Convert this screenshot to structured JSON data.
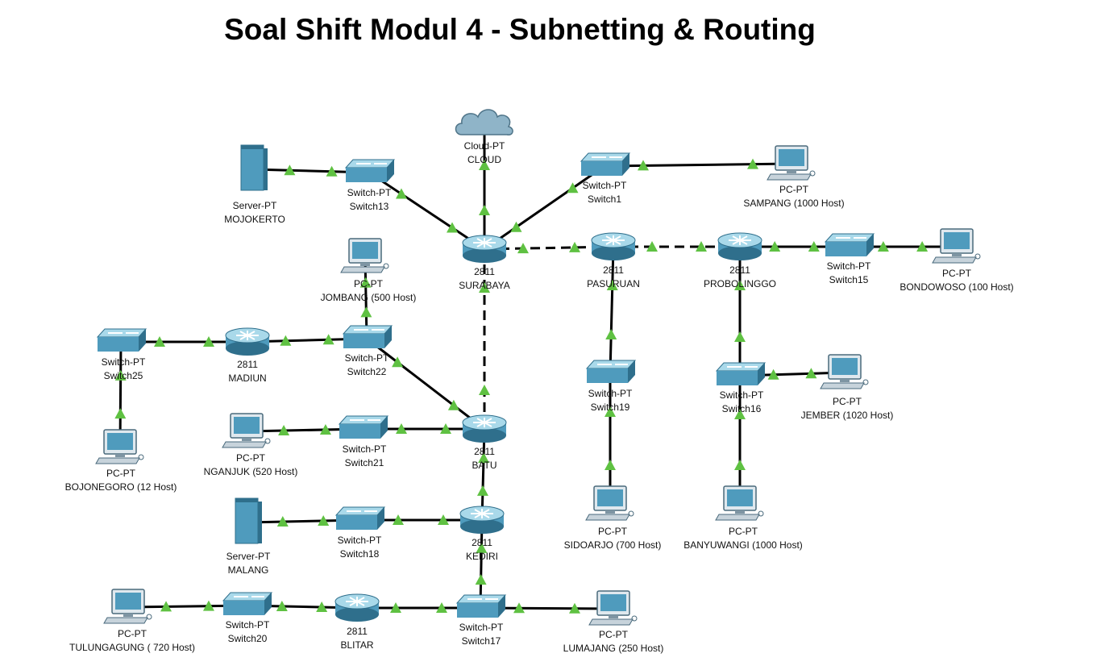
{
  "title": "Soal Shift Modul 4 - Subnetting & Routing",
  "colors": {
    "device": "#4f9bbd",
    "device_dark": "#2f6f8c",
    "device_light": "#a9d9ea",
    "port": "#5fc142",
    "link": "#000000"
  },
  "nodes": [
    {
      "id": "cloud",
      "kind": "cloud",
      "icon": "cloud-icon",
      "model": "Cloud-PT",
      "name": "CLOUD"
    },
    {
      "id": "mojokerto",
      "kind": "server",
      "icon": "server-icon",
      "model": "Server-PT",
      "name": "MOJOKERTO"
    },
    {
      "id": "switch13",
      "kind": "switch",
      "icon": "switch-icon",
      "model": "Switch-PT",
      "name": "Switch13"
    },
    {
      "id": "switch1",
      "kind": "switch",
      "icon": "switch-icon",
      "model": "Switch-PT",
      "name": "Switch1"
    },
    {
      "id": "sampang",
      "kind": "pc",
      "icon": "pc-icon",
      "model": "PC-PT",
      "name": "SAMPANG (1000 Host)"
    },
    {
      "id": "surabaya",
      "kind": "router",
      "icon": "router-icon",
      "model": "2811",
      "name": "SURABAYA"
    },
    {
      "id": "pasuruan",
      "kind": "router",
      "icon": "router-icon",
      "model": "2811",
      "name": "PASURUAN"
    },
    {
      "id": "probolinggo",
      "kind": "router",
      "icon": "router-icon",
      "model": "2811",
      "name": "PROBOLINGGO"
    },
    {
      "id": "switch15",
      "kind": "switch",
      "icon": "switch-icon",
      "model": "Switch-PT",
      "name": "Switch15"
    },
    {
      "id": "bondowoso",
      "kind": "pc",
      "icon": "pc-icon",
      "model": "PC-PT",
      "name": "BONDOWOSO (100 Host)"
    },
    {
      "id": "jombang",
      "kind": "pc",
      "icon": "pc-icon",
      "model": "PC-PT",
      "name": "JOMBANG (500 Host)"
    },
    {
      "id": "switch25",
      "kind": "switch",
      "icon": "switch-icon",
      "model": "Switch-PT",
      "name": "Switch25"
    },
    {
      "id": "madiun",
      "kind": "router",
      "icon": "router-icon",
      "model": "2811",
      "name": "MADIUN"
    },
    {
      "id": "switch22",
      "kind": "switch",
      "icon": "switch-icon",
      "model": "Switch-PT",
      "name": "Switch22"
    },
    {
      "id": "switch19",
      "kind": "switch",
      "icon": "switch-icon",
      "model": "Switch-PT",
      "name": "Switch19"
    },
    {
      "id": "switch16",
      "kind": "switch",
      "icon": "switch-icon",
      "model": "Switch-PT",
      "name": "Switch16"
    },
    {
      "id": "jember",
      "kind": "pc",
      "icon": "pc-icon",
      "model": "PC-PT",
      "name": "JEMBER (1020 Host)"
    },
    {
      "id": "bojonegoro",
      "kind": "pc",
      "icon": "pc-icon",
      "model": "PC-PT",
      "name": "BOJONEGORO (12 Host)"
    },
    {
      "id": "nganjuk",
      "kind": "pc",
      "icon": "pc-icon",
      "model": "PC-PT",
      "name": "NGANJUK (520 Host)"
    },
    {
      "id": "switch21",
      "kind": "switch",
      "icon": "switch-icon",
      "model": "Switch-PT",
      "name": "Switch21"
    },
    {
      "id": "batu",
      "kind": "router",
      "icon": "router-icon",
      "model": "2811",
      "name": "BATU"
    },
    {
      "id": "malang",
      "kind": "server",
      "icon": "server-icon",
      "model": "Server-PT",
      "name": "MALANG"
    },
    {
      "id": "switch18",
      "kind": "switch",
      "icon": "switch-icon",
      "model": "Switch-PT",
      "name": "Switch18"
    },
    {
      "id": "kediri",
      "kind": "router",
      "icon": "router-icon",
      "model": "2811",
      "name": "KEDIRI"
    },
    {
      "id": "sidoarjo",
      "kind": "pc",
      "icon": "pc-icon",
      "model": "PC-PT",
      "name": "SIDOARJO (700 Host)"
    },
    {
      "id": "banyuwangi",
      "kind": "pc",
      "icon": "pc-icon",
      "model": "PC-PT",
      "name": "BANYUWANGI (1000 Host)"
    },
    {
      "id": "tulungagung",
      "kind": "pc",
      "icon": "pc-icon",
      "model": "PC-PT",
      "name": "TULUNGAGUNG ( 720 Host)"
    },
    {
      "id": "switch20",
      "kind": "switch",
      "icon": "switch-icon",
      "model": "Switch-PT",
      "name": "Switch20"
    },
    {
      "id": "blitar",
      "kind": "router",
      "icon": "router-icon",
      "model": "2811",
      "name": "BLITAR"
    },
    {
      "id": "switch17",
      "kind": "switch",
      "icon": "switch-icon",
      "model": "Switch-PT",
      "name": "Switch17"
    },
    {
      "id": "lumajang",
      "kind": "pc",
      "icon": "pc-icon",
      "model": "PC-PT",
      "name": "LUMAJANG (250 Host)"
    }
  ],
  "links": [
    {
      "from": "mojokerto",
      "to": "switch13",
      "type": "ethernet"
    },
    {
      "from": "switch13",
      "to": "surabaya",
      "type": "ethernet"
    },
    {
      "from": "cloud",
      "to": "surabaya",
      "type": "ethernet"
    },
    {
      "from": "switch1",
      "to": "surabaya",
      "type": "ethernet"
    },
    {
      "from": "switch1",
      "to": "sampang",
      "type": "ethernet"
    },
    {
      "from": "surabaya",
      "to": "pasuruan",
      "type": "serial"
    },
    {
      "from": "pasuruan",
      "to": "probolinggo",
      "type": "serial"
    },
    {
      "from": "probolinggo",
      "to": "switch15",
      "type": "ethernet"
    },
    {
      "from": "switch15",
      "to": "bondowoso",
      "type": "ethernet"
    },
    {
      "from": "surabaya",
      "to": "batu",
      "type": "serial"
    },
    {
      "from": "pasuruan",
      "to": "switch19",
      "type": "ethernet"
    },
    {
      "from": "switch19",
      "to": "sidoarjo",
      "type": "ethernet"
    },
    {
      "from": "probolinggo",
      "to": "switch16",
      "type": "ethernet"
    },
    {
      "from": "switch16",
      "to": "jember",
      "type": "ethernet"
    },
    {
      "from": "switch16",
      "to": "banyuwangi",
      "type": "ethernet"
    },
    {
      "from": "jombang",
      "to": "switch22",
      "type": "ethernet"
    },
    {
      "from": "switch22",
      "to": "madiun",
      "type": "ethernet"
    },
    {
      "from": "madiun",
      "to": "switch25",
      "type": "ethernet"
    },
    {
      "from": "switch25",
      "to": "bojonegoro",
      "type": "ethernet"
    },
    {
      "from": "switch22",
      "to": "batu",
      "type": "ethernet"
    },
    {
      "from": "nganjuk",
      "to": "switch21",
      "type": "ethernet"
    },
    {
      "from": "switch21",
      "to": "batu",
      "type": "ethernet"
    },
    {
      "from": "batu",
      "to": "kediri",
      "type": "ethernet"
    },
    {
      "from": "malang",
      "to": "switch18",
      "type": "ethernet"
    },
    {
      "from": "switch18",
      "to": "kediri",
      "type": "ethernet"
    },
    {
      "from": "kediri",
      "to": "switch17",
      "type": "ethernet"
    },
    {
      "from": "tulungagung",
      "to": "switch20",
      "type": "ethernet"
    },
    {
      "from": "switch20",
      "to": "blitar",
      "type": "ethernet"
    },
    {
      "from": "blitar",
      "to": "switch17",
      "type": "ethernet"
    },
    {
      "from": "switch17",
      "to": "lumajang",
      "type": "ethernet"
    }
  ]
}
